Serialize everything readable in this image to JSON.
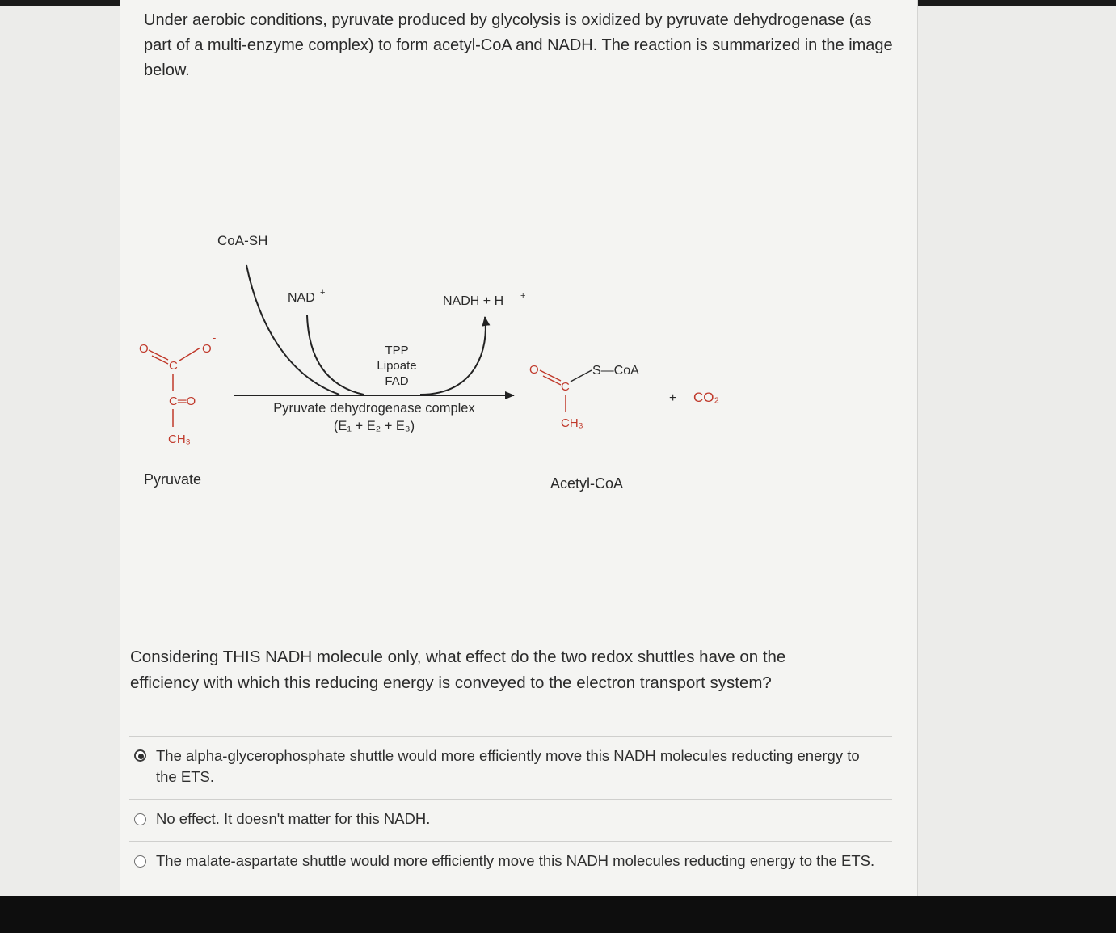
{
  "intro_text": "Under aerobic conditions, pyruvate produced by glycolysis is oxidized by pyruvate dehydrogenase (as part of a multi-enzyme complex) to form acetyl-CoA and NADH. The reaction is summarized in the image below.",
  "diagram": {
    "substrate_name": "Pyruvate",
    "product_name": "Acetyl-CoA",
    "coa_sh": "CoA-SH",
    "nad": "NAD",
    "nad_charge": "+",
    "nadh": "NADH + H",
    "nadh_charge": "+",
    "cofactors": [
      "TPP",
      "Lipoate",
      "FAD"
    ],
    "enzyme_name": "Pyruvate dehydrogenase complex",
    "enzyme_subunits": "(E₁ + E₂ + E₃)",
    "co2_plus": "+",
    "co2": "CO₂",
    "atoms": {
      "oxygen": "O",
      "oxygen_minus": "-",
      "carbon": "C",
      "carbonyl": "C═O",
      "methyl": "CH₃",
      "sulfur_coa": "S—CoA"
    },
    "colors": {
      "atoms_red": "#c0392b",
      "ink": "#2a2a2a"
    }
  },
  "question": "Considering THIS NADH molecule only, what effect do the two redox shuttles have on the efficiency with which this reducing energy is conveyed to the electron transport system?",
  "options": [
    {
      "label": "The alpha-glycerophosphate shuttle would more efficiently move this NADH molecules reducting energy to the ETS.",
      "selected": true
    },
    {
      "label": "No effect. It doesn't matter for this NADH.",
      "selected": false
    },
    {
      "label": "The malate-aspartate shuttle would more efficiently move this NADH molecules reducting energy to the ETS.",
      "selected": false
    }
  ]
}
